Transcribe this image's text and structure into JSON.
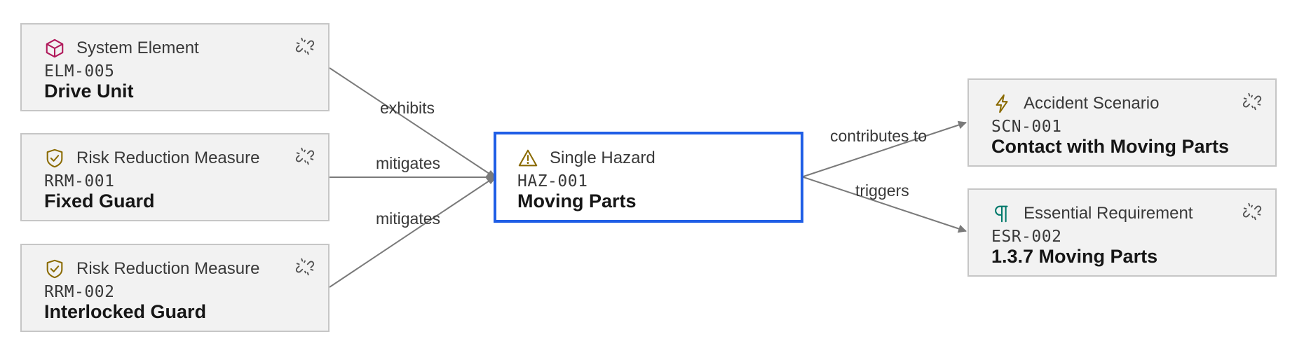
{
  "nodes": {
    "elm005": {
      "type_label": "System Element",
      "code": "ELM-005",
      "name": "Drive Unit",
      "icon": "cube-icon"
    },
    "rrm001": {
      "type_label": "Risk Reduction Measure",
      "code": "RRM-001",
      "name": "Fixed Guard",
      "icon": "shield-check-icon"
    },
    "rrm002": {
      "type_label": "Risk Reduction Measure",
      "code": "RRM-002",
      "name": "Interlocked Guard",
      "icon": "shield-check-icon"
    },
    "haz001": {
      "type_label": "Single Hazard",
      "code": "HAZ-001",
      "name": "Moving Parts",
      "icon": "warning-triangle-icon"
    },
    "scn001": {
      "type_label": "Accident Scenario",
      "code": "SCN-001",
      "name": "Contact with Moving Parts",
      "icon": "lightning-icon"
    },
    "esr002": {
      "type_label": "Essential Requirement",
      "code": "ESR-002",
      "name": "1.3.7 Moving Parts",
      "icon": "pilcrow-icon"
    }
  },
  "edges": {
    "e1": {
      "label": "exhibits"
    },
    "e2": {
      "label": "mitigates"
    },
    "e3": {
      "label": "mitigates"
    },
    "e4": {
      "label": "contributes to"
    },
    "e5": {
      "label": "triggers"
    }
  },
  "colors": {
    "focus_border": "#1f5ee6",
    "node_fill": "#f2f2f2",
    "node_border": "#c6c6c6",
    "edge": "#7a7a7a",
    "element_icon": "#b0185a",
    "measure_icon": "#8a6a00",
    "hazard_icon": "#8a6a00",
    "scenario_icon": "#8a6a00",
    "requirement_icon": "#00796b"
  }
}
